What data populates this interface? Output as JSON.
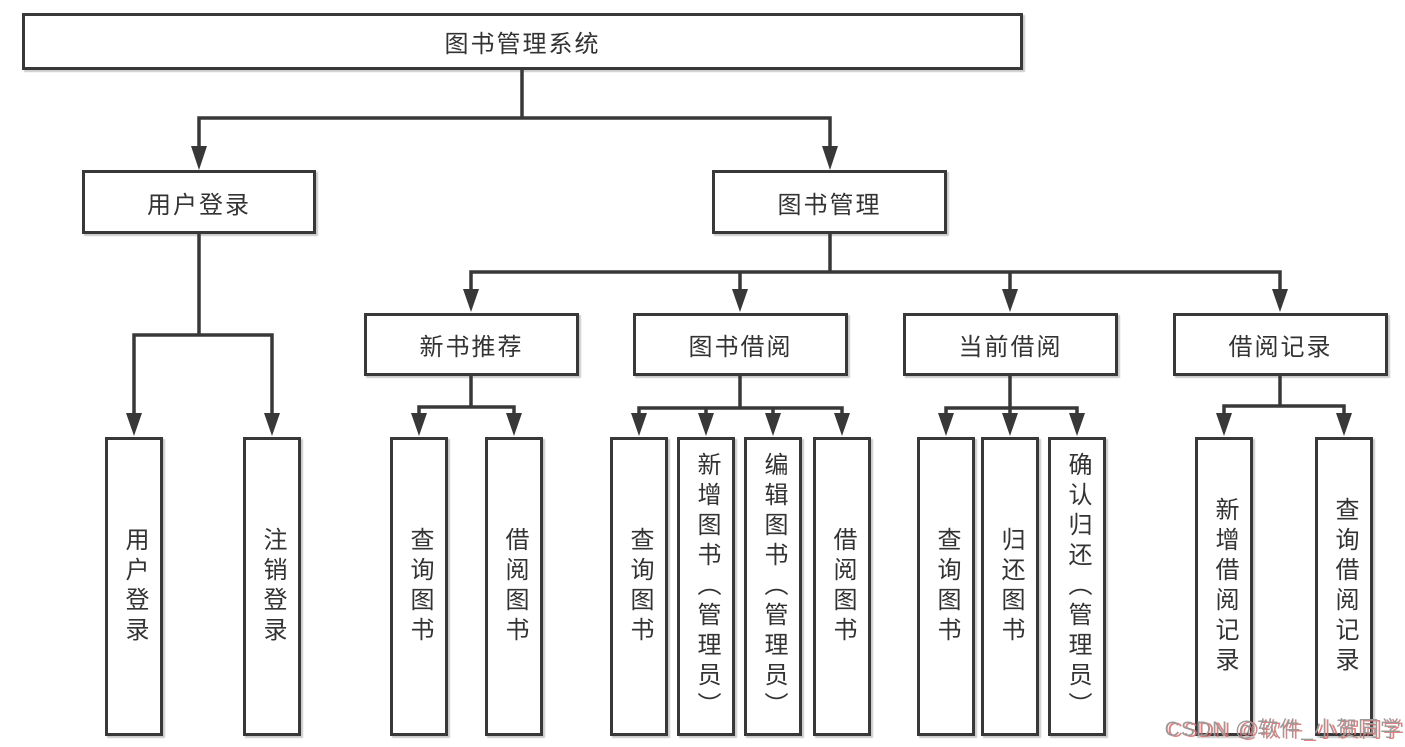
{
  "diagram": {
    "title": "图书管理系统",
    "root": {
      "label": "图书管理系统"
    },
    "level2": [
      {
        "id": "user-login",
        "label": "用户登录",
        "parent": "图书管理系统"
      },
      {
        "id": "book-management",
        "label": "图书管理",
        "parent": "图书管理系统"
      }
    ],
    "level3": [
      {
        "id": "new-book-recommend",
        "label": "新书推荐",
        "parent": "图书管理"
      },
      {
        "id": "book-borrow",
        "label": "图书借阅",
        "parent": "图书管理"
      },
      {
        "id": "current-borrow",
        "label": "当前借阅",
        "parent": "图书管理"
      },
      {
        "id": "borrow-records",
        "label": "借阅记录",
        "parent": "图书管理"
      }
    ],
    "leaves": [
      {
        "label": "用户登录",
        "parent": "用户登录"
      },
      {
        "label": "注销登录",
        "parent": "用户登录"
      },
      {
        "label": "查询图书",
        "parent": "新书推荐"
      },
      {
        "label": "借阅图书",
        "parent": "新书推荐"
      },
      {
        "label": "查询图书",
        "parent": "图书借阅"
      },
      {
        "label": "新增图书（管理员）",
        "parent": "图书借阅"
      },
      {
        "label": "编辑图书（管理员）",
        "parent": "图书借阅"
      },
      {
        "label": "借阅图书",
        "parent": "图书借阅"
      },
      {
        "label": "查询图书",
        "parent": "当前借阅"
      },
      {
        "label": "归还图书",
        "parent": "当前借阅"
      },
      {
        "label": "确认归还（管理员）",
        "parent": "当前借阅"
      },
      {
        "label": "新增借阅记录",
        "parent": "借阅记录"
      },
      {
        "label": "查询借阅记录",
        "parent": "借阅记录"
      }
    ],
    "watermark": {
      "text": "CSDN @软件_小贺同学"
    },
    "colors": {
      "line": "#383838",
      "text": "#333333",
      "background": "#ffffff",
      "watermark_gray": "#9a9a9a",
      "watermark_shadow": "#de6a6a"
    }
  }
}
